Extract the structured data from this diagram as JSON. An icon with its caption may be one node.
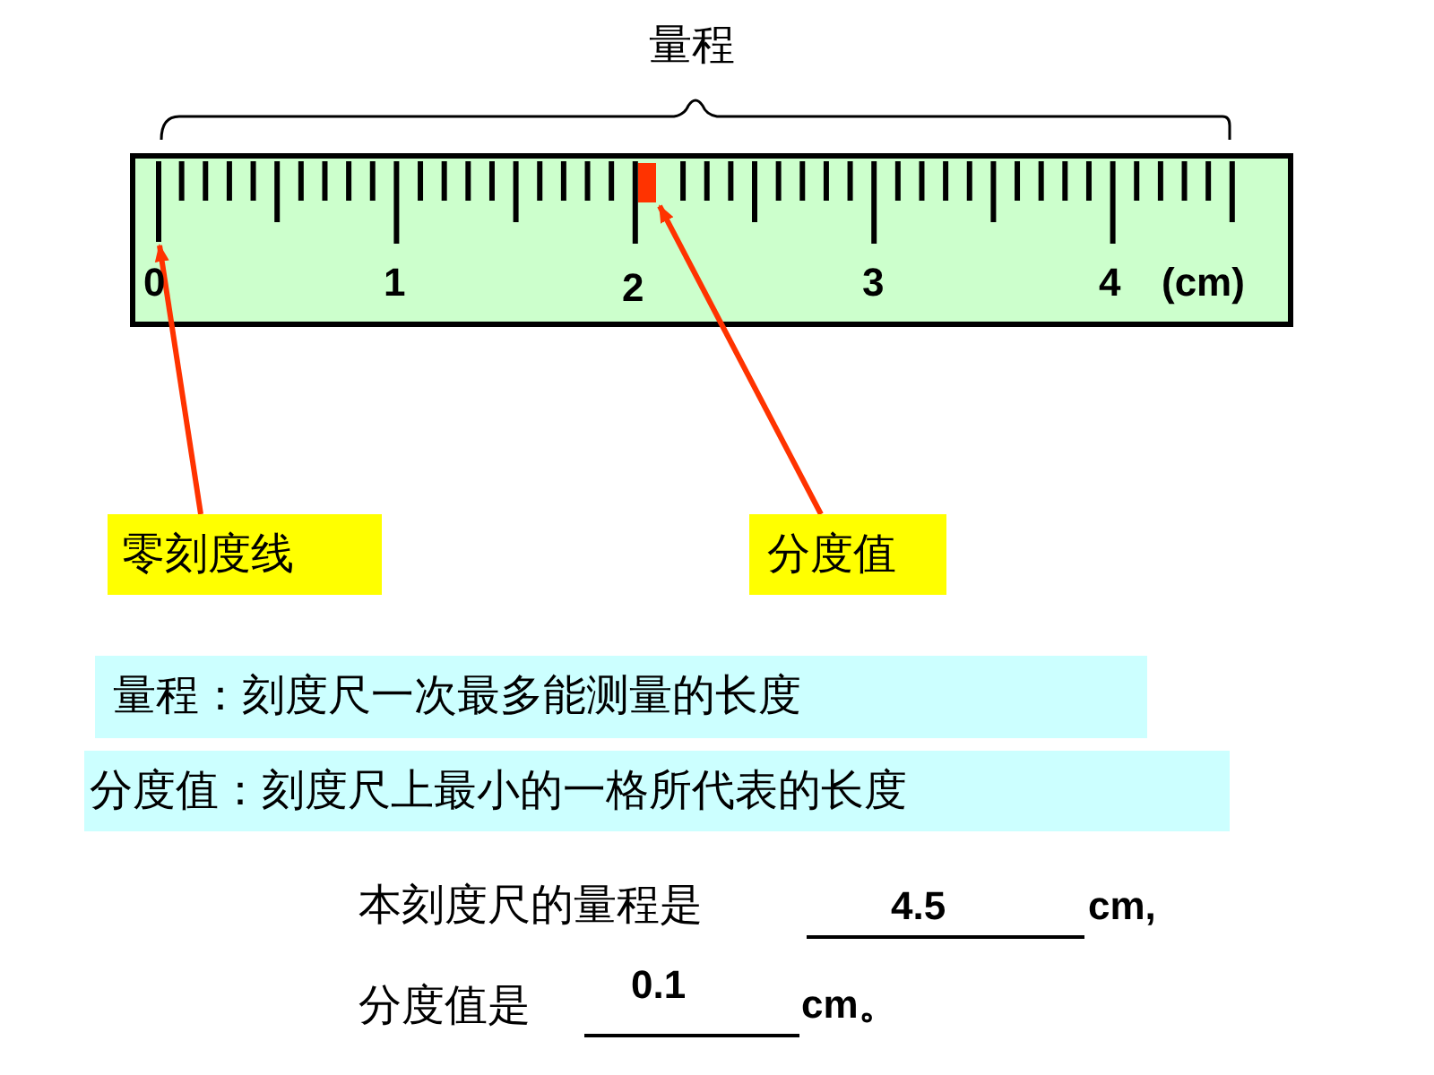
{
  "diagram": {
    "nodes": [
      {
        "text": [
          "零刻度线"
        ]
      },
      {
        "text": [
          "分度值"
        ]
      },
      {
        "text": [],
        "shape": "bar"
      },
      {
        "text": [],
        "shape": "bar"
      },
      {
        "text": [
          "量程：刻度尺一次最多能测量的长度"
        ]
      },
      {
        "text": [
          "分度值：刻度尺上最小的一格所代表的长度"
        ]
      }
    ],
    "edges": [
      {
        "from": 0,
        "to": 2,
        "arrow": "to"
      },
      {
        "from": 1,
        "to": 3,
        "arrow": "to"
      }
    ],
    "labels": [
      "量程",
      "0",
      "1",
      "2",
      "3",
      "4",
      "(cm)",
      "本刻度尺的量程是",
      "4.5",
      "cm,",
      "分度值是",
      "0.1",
      "cm。"
    ]
  }
}
